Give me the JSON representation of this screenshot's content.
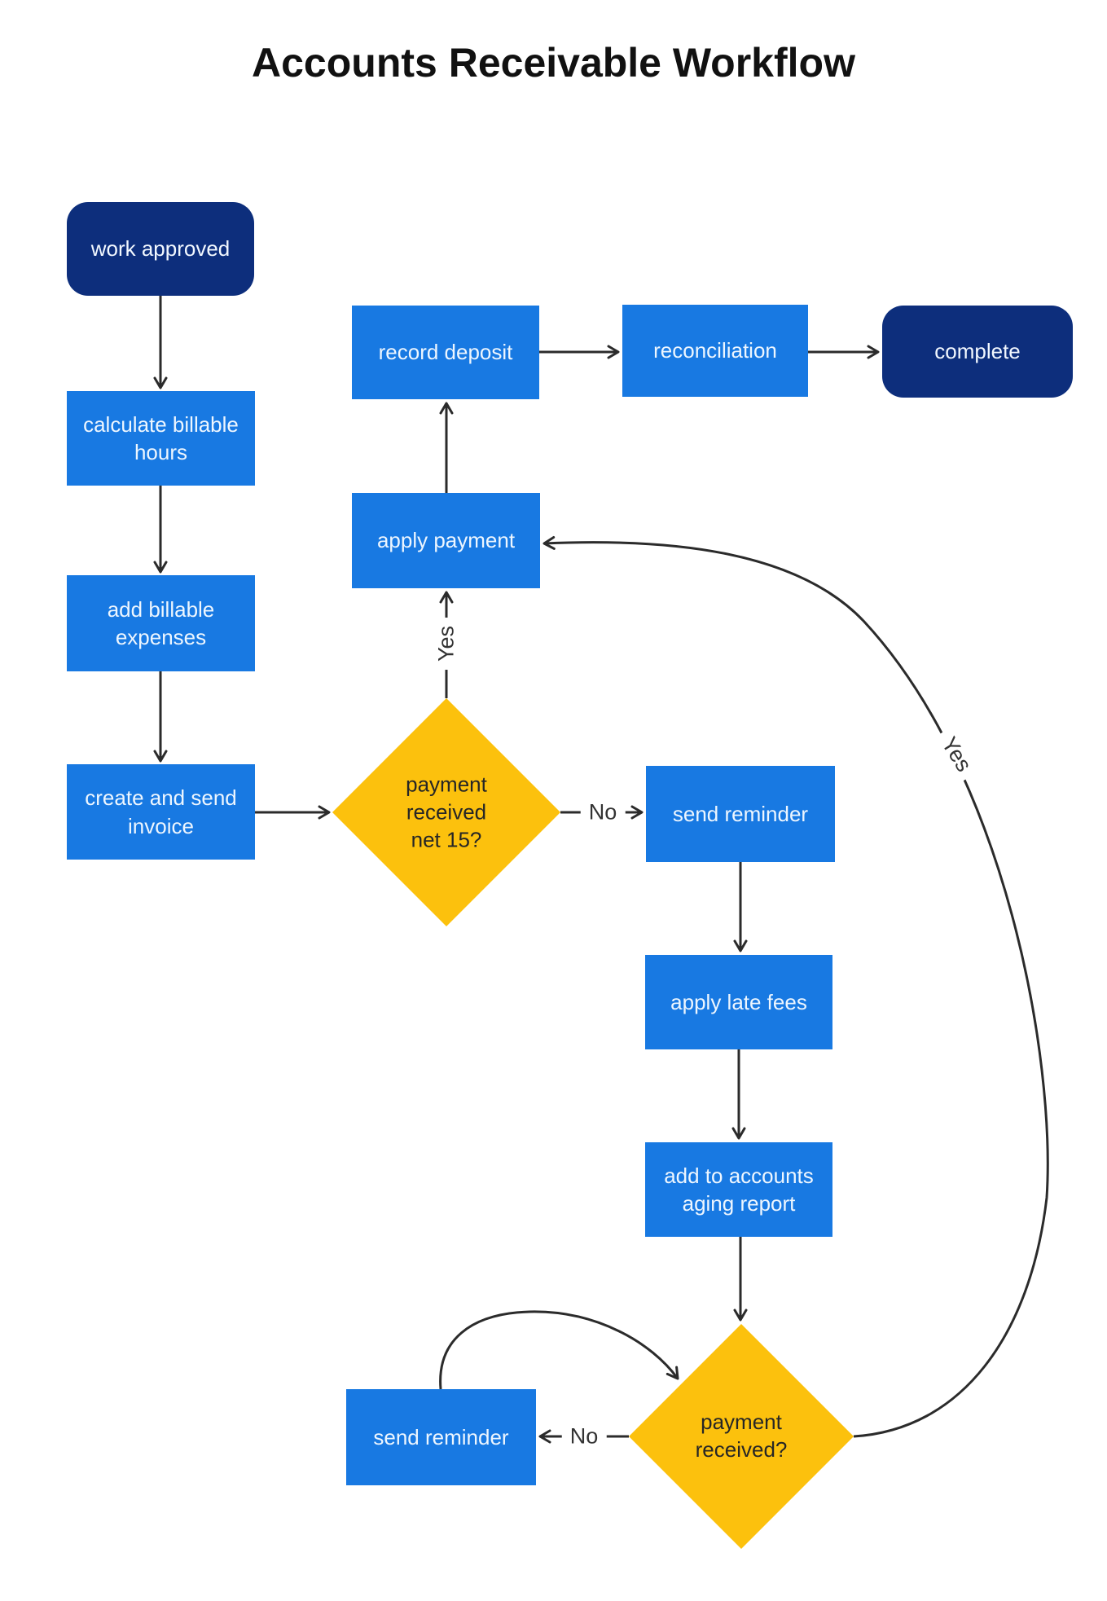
{
  "title": "Accounts Receivable Workflow",
  "nodes": {
    "work_approved": {
      "label": "work approved",
      "type": "terminal"
    },
    "calculate_billable_hours": {
      "label": "calculate billable\nhours",
      "type": "process"
    },
    "add_billable_expenses": {
      "label": "add billable\nexpenses",
      "type": "process"
    },
    "create_and_send_invoice": {
      "label": "create and send\ninvoice",
      "type": "process"
    },
    "record_deposit": {
      "label": "record deposit",
      "type": "process"
    },
    "reconciliation": {
      "label": "reconciliation",
      "type": "process"
    },
    "complete": {
      "label": "complete",
      "type": "terminal"
    },
    "apply_payment": {
      "label": "apply payment",
      "type": "process"
    },
    "payment_received_net_15": {
      "label": "payment\nreceived\nnet 15?",
      "type": "decision"
    },
    "send_reminder_1": {
      "label": "send reminder",
      "type": "process"
    },
    "apply_late_fees": {
      "label": "apply late fees",
      "type": "process"
    },
    "add_to_accounts_aging_report": {
      "label": "add to accounts\naging report",
      "type": "process"
    },
    "payment_received": {
      "label": "payment\nreceived?",
      "type": "decision"
    },
    "send_reminder_2": {
      "label": "send reminder",
      "type": "process"
    }
  },
  "edge_labels": {
    "yes_net15": "Yes",
    "no_net15": "No",
    "no_payment": "No",
    "yes_payment": "Yes"
  },
  "colors": {
    "process_fill": "#1879e2",
    "terminal_fill": "#0d2e7c",
    "decision_fill": "#fcc10d",
    "edge_stroke": "#2b2b2b",
    "canvas_bg": "#ffffff"
  }
}
